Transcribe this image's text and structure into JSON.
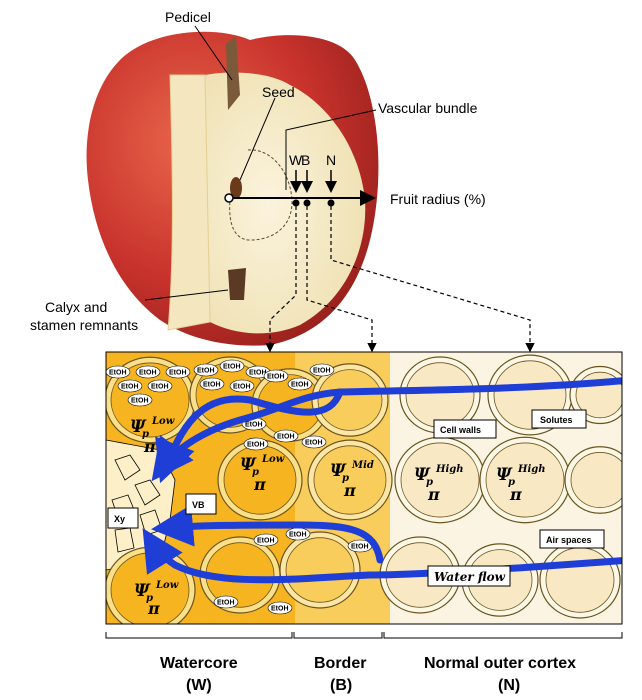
{
  "apple_labels": {
    "pedicel": "Pedicel",
    "seed": "Seed",
    "vascular_bundle": "Vascular bundle",
    "fruit_radius": "Fruit radius (%)",
    "calyx_line1": "Calyx and",
    "calyx_line2": "stamen remnants",
    "marker_w": "W",
    "marker_b": "B",
    "marker_n": "N"
  },
  "cells": {
    "psi": "Ψ",
    "p": "p",
    "pi": "π",
    "low": "Low",
    "mid": "Mid",
    "high": "High",
    "etoh": "EtOH",
    "xy": "Xy",
    "vb": "VB",
    "cell_walls": "Cell walls",
    "solutes": "Solutes",
    "air_spaces": "Air spaces",
    "water_flow": "Water flow"
  },
  "regions": [
    {
      "name": "Watercore",
      "code": "(W)"
    },
    {
      "name": "Border",
      "code": "(B)"
    },
    {
      "name": "Normal outer cortex",
      "code": "(N)"
    }
  ],
  "colors": {
    "watercore": "#f7b421",
    "border": "#f9cd5c",
    "cortex": "#f8e9c4",
    "water_flow": "#1f3ed6",
    "apple_red": "#c8322c"
  }
}
